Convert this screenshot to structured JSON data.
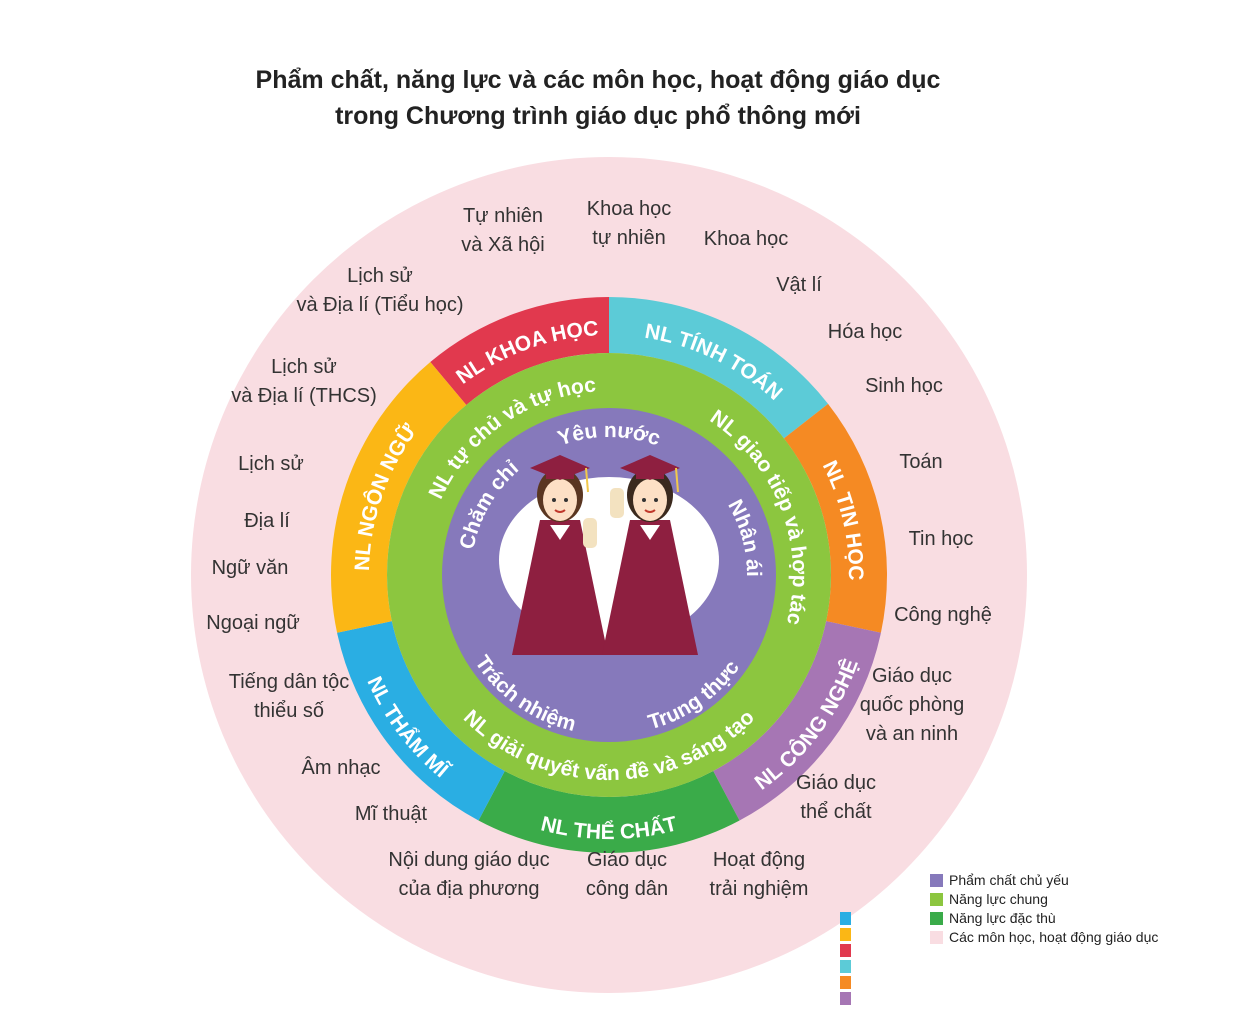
{
  "title": {
    "line1": "Phẩm chất, năng lực và các môn học, hoạt động giáo dục",
    "line2": "trong Chương trình giáo dục phổ thông mới"
  },
  "colors": {
    "outer_ring": "#f9dde2",
    "general_ring": "#8cc63f",
    "qualities_disc": "#8679bb",
    "center_oval": "#ffffff",
    "gown": "#8e1f40"
  },
  "specific_competencies": [
    {
      "label": "NL KHOA HỌC",
      "color": "#e1394e"
    },
    {
      "label": "NL TÍNH TOÁN",
      "color": "#5ccbd7"
    },
    {
      "label": "NL TIN HỌC",
      "color": "#f58a23"
    },
    {
      "label": "NL CÔNG NGHỆ",
      "color": "#a676b4"
    },
    {
      "label": "NL THỂ CHẤT",
      "color": "#3aab49"
    },
    {
      "label": "NL THẨM MĨ",
      "color": "#2aaee3"
    },
    {
      "label": "NL NGÔN NGỮ",
      "color": "#fbb715"
    }
  ],
  "general_competencies": [
    "NL tự chủ và tự học",
    "NL giao tiếp và hợp tác",
    "NL giải quyết vấn đề và sáng tạo"
  ],
  "qualities": [
    "Yêu nước",
    "Nhân ái",
    "Trung thực",
    "Trách nhiệm",
    "Chăm chỉ"
  ],
  "subjects": [
    {
      "lines": [
        "Tự nhiên",
        "và Xã hội"
      ]
    },
    {
      "lines": [
        "Khoa học",
        "tự nhiên"
      ]
    },
    {
      "lines": [
        "Khoa học"
      ]
    },
    {
      "lines": [
        "Vật lí"
      ]
    },
    {
      "lines": [
        "Hóa học"
      ]
    },
    {
      "lines": [
        "Sinh học"
      ]
    },
    {
      "lines": [
        "Toán"
      ]
    },
    {
      "lines": [
        "Tin học"
      ]
    },
    {
      "lines": [
        "Công nghệ"
      ]
    },
    {
      "lines": [
        "Giáo dục",
        "quốc phòng",
        "và an ninh"
      ]
    },
    {
      "lines": [
        "Giáo dục",
        "thể chất"
      ]
    },
    {
      "lines": [
        "Hoạt động",
        "trải nghiệm"
      ]
    },
    {
      "lines": [
        "Giáo dục",
        "công dân"
      ]
    },
    {
      "lines": [
        "Nội dung giáo dục",
        "của địa phương"
      ]
    },
    {
      "lines": [
        "Mĩ thuật"
      ]
    },
    {
      "lines": [
        "Âm nhạc"
      ]
    },
    {
      "lines": [
        "Tiếng dân tộc",
        "thiểu số"
      ]
    },
    {
      "lines": [
        "Ngoại ngữ"
      ]
    },
    {
      "lines": [
        "Ngữ văn"
      ]
    },
    {
      "lines": [
        "Địa lí"
      ]
    },
    {
      "lines": [
        "Lịch sử"
      ]
    },
    {
      "lines": [
        "Lịch sử",
        "và Địa lí (THCS)"
      ]
    },
    {
      "lines": [
        "Lịch sử",
        "và Địa lí (Tiểu học)"
      ]
    }
  ],
  "legend": [
    {
      "label": "Phẩm chất chủ yếu",
      "color": "#8679bb"
    },
    {
      "label": "Năng lực chung",
      "color": "#8cc63f"
    },
    {
      "label": "Năng lực đặc thù",
      "color": "#3aab49"
    },
    {
      "label": "Các môn học, hoạt động giáo dục",
      "color": "#f9dde2"
    }
  ],
  "legend_strip_colors": [
    "#2aaee3",
    "#fbb715",
    "#e1394e",
    "#5ccbd7",
    "#f58a23",
    "#a676b4"
  ]
}
